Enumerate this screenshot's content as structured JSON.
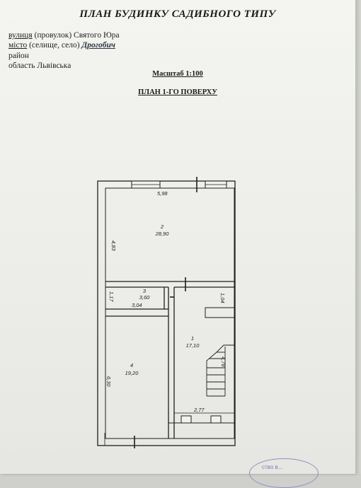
{
  "document": {
    "title": "ПЛАН  БУДИНКУ САДИБНОГО ТИПУ",
    "address": {
      "street_word": "вулиця",
      "street_rest": " (провулок) Святого Юра",
      "city_word": "місто",
      "city_rest": " (селище, село) ",
      "city_value": "Дрогобич",
      "district": "район",
      "region": "область Львівська"
    },
    "scale": "Масштаб 1:100",
    "floor": "ПЛАН 1-ГО ПОВЕРХУ"
  },
  "rooms": [
    {
      "number": "2",
      "area": "28,90"
    },
    {
      "number": "3",
      "area": "3,60"
    },
    {
      "number": "4",
      "area": "19,20"
    },
    {
      "number": "1",
      "area": "17,10"
    }
  ],
  "dimensions": {
    "top_width": "5,98",
    "room2_height": "4,83",
    "room3_height": "1,17",
    "room3_width": "3,04",
    "hall_upper": "1,04",
    "room4_height": "6,30",
    "stair_length": "4,78",
    "hall_bottom": "2,77"
  },
  "stamp": {
    "text": "ство в..."
  },
  "colors": {
    "ink": "#1a1a1a",
    "handwriting": "#2d3342",
    "stamp": "#8d8fc4"
  }
}
